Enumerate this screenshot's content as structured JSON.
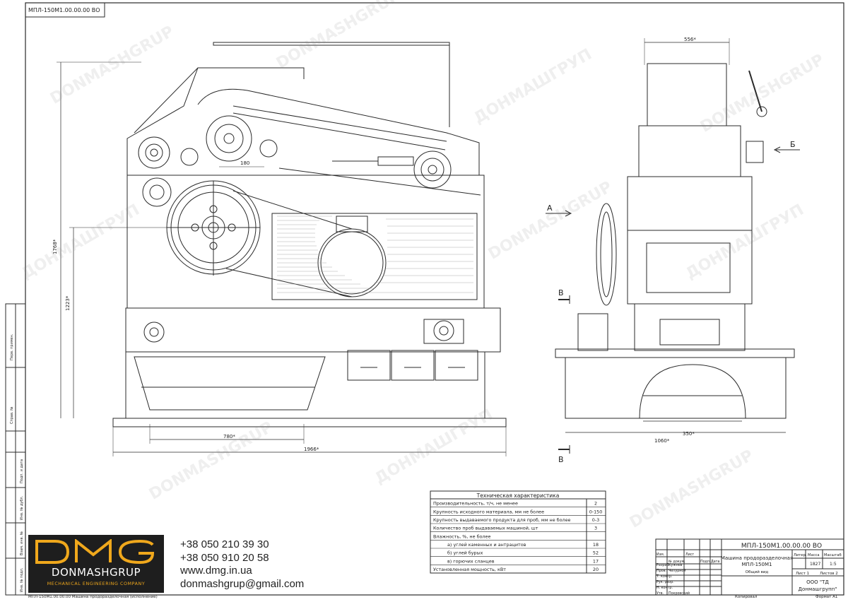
{
  "drawing": {
    "code_top": "МПЛ-150М1.00.00.00 ВО",
    "code_bottom_left": "МПЛ-150М1.00.00.00 Машина продоразделочная (исполнение)",
    "copied_label": "Копировал",
    "format_label": "Формат А1"
  },
  "dimensions": {
    "d1768": "1768*",
    "d1223": "1223*",
    "d180": "180",
    "d780": "780*",
    "d1966": "1966*",
    "d556": "556*",
    "d350": "350*",
    "d1060": "1060*"
  },
  "view_marks": {
    "a": "А",
    "b": "Б",
    "v1": "В",
    "v2": "В"
  },
  "spec_table": {
    "title": "Техническая характеристика",
    "rows": [
      {
        "label": "Производительность, т/ч, не менее",
        "value": "2"
      },
      {
        "label": "Крупность исходного материала, мм не более",
        "value": "0-150"
      },
      {
        "label": "Крупность выдаваемого продукта для проб, мм не более",
        "value": "0-3"
      },
      {
        "label": "Количество проб выдаваемых машиной, шт",
        "value": "3"
      },
      {
        "label": "Влажность, %, не более",
        "value": ""
      },
      {
        "label": "а) углей каменных и антрацитов",
        "value": "18"
      },
      {
        "label": "б) углей бурых",
        "value": "52"
      },
      {
        "label": "в) горючих сланцев",
        "value": "17"
      },
      {
        "label": "Установленная мощность, кВт",
        "value": "20"
      }
    ]
  },
  "title_block": {
    "code": "МПЛ-150М1.00.00.00 ВО",
    "name_line1": "Машина продоразделочная",
    "name_line2": "МПЛ-150М1",
    "name_line3": "Общий вид",
    "col_lit": "Литер.",
    "col_mass": "Масса",
    "col_scale": "Масштаб",
    "mass": "1827",
    "scale": "1:5",
    "sheet": "Лист 1",
    "sheets": "Листов 2",
    "org_line1": "ООО \"ТД",
    "org_line2": "Донмашгрупп\"",
    "rows": [
      {
        "role": "Изм.",
        "name": "",
        "extra": "Лист"
      },
      {
        "role": "Разраб.",
        "name": "Кужнев",
        "extra": ""
      },
      {
        "role": "Пров.",
        "name": "Чепурной",
        "extra": ""
      },
      {
        "role": "Т. контр.",
        "name": "",
        "extra": ""
      },
      {
        "role": "Рук. разр.",
        "name": "",
        "extra": ""
      },
      {
        "role": "Н. контр.",
        "name": "",
        "extra": ""
      },
      {
        "role": "Утв.",
        "name": "Покровский",
        "extra": ""
      }
    ],
    "hdr_doc": "№ докум.",
    "hdr_sign": "Подп.",
    "hdr_date": "Дата"
  },
  "left_strip": {
    "perv_prim": "Перв. примен.",
    "sprav": "Справ. №",
    "podp_data": "Подп. и дата",
    "inv_dubl": "Инв. № дубл.",
    "vzam_inv": "Взам. инв. №",
    "podp_data2": "Подп. и дата",
    "inv_podl": "Инв. № подл."
  },
  "company": {
    "logo_big": "DMG",
    "logo_brand": "DONMASHGRUP",
    "logo_sub": "MECHANICAL ENGINEERING COMPANY",
    "phone1": "+38 050 210 39 30",
    "phone2": "+38 050 910 20 58",
    "website": "www.dmg.in.ua",
    "email": "donmashgrup@gmail.com"
  },
  "watermarks": {
    "latin": "DONMASHGRUP",
    "cyrillic": "ДОНМАШГРУП"
  },
  "colors": {
    "line": "#2a2a2a",
    "logo_bg": "#1e1e1e",
    "logo_accent": "#f0a81c"
  }
}
